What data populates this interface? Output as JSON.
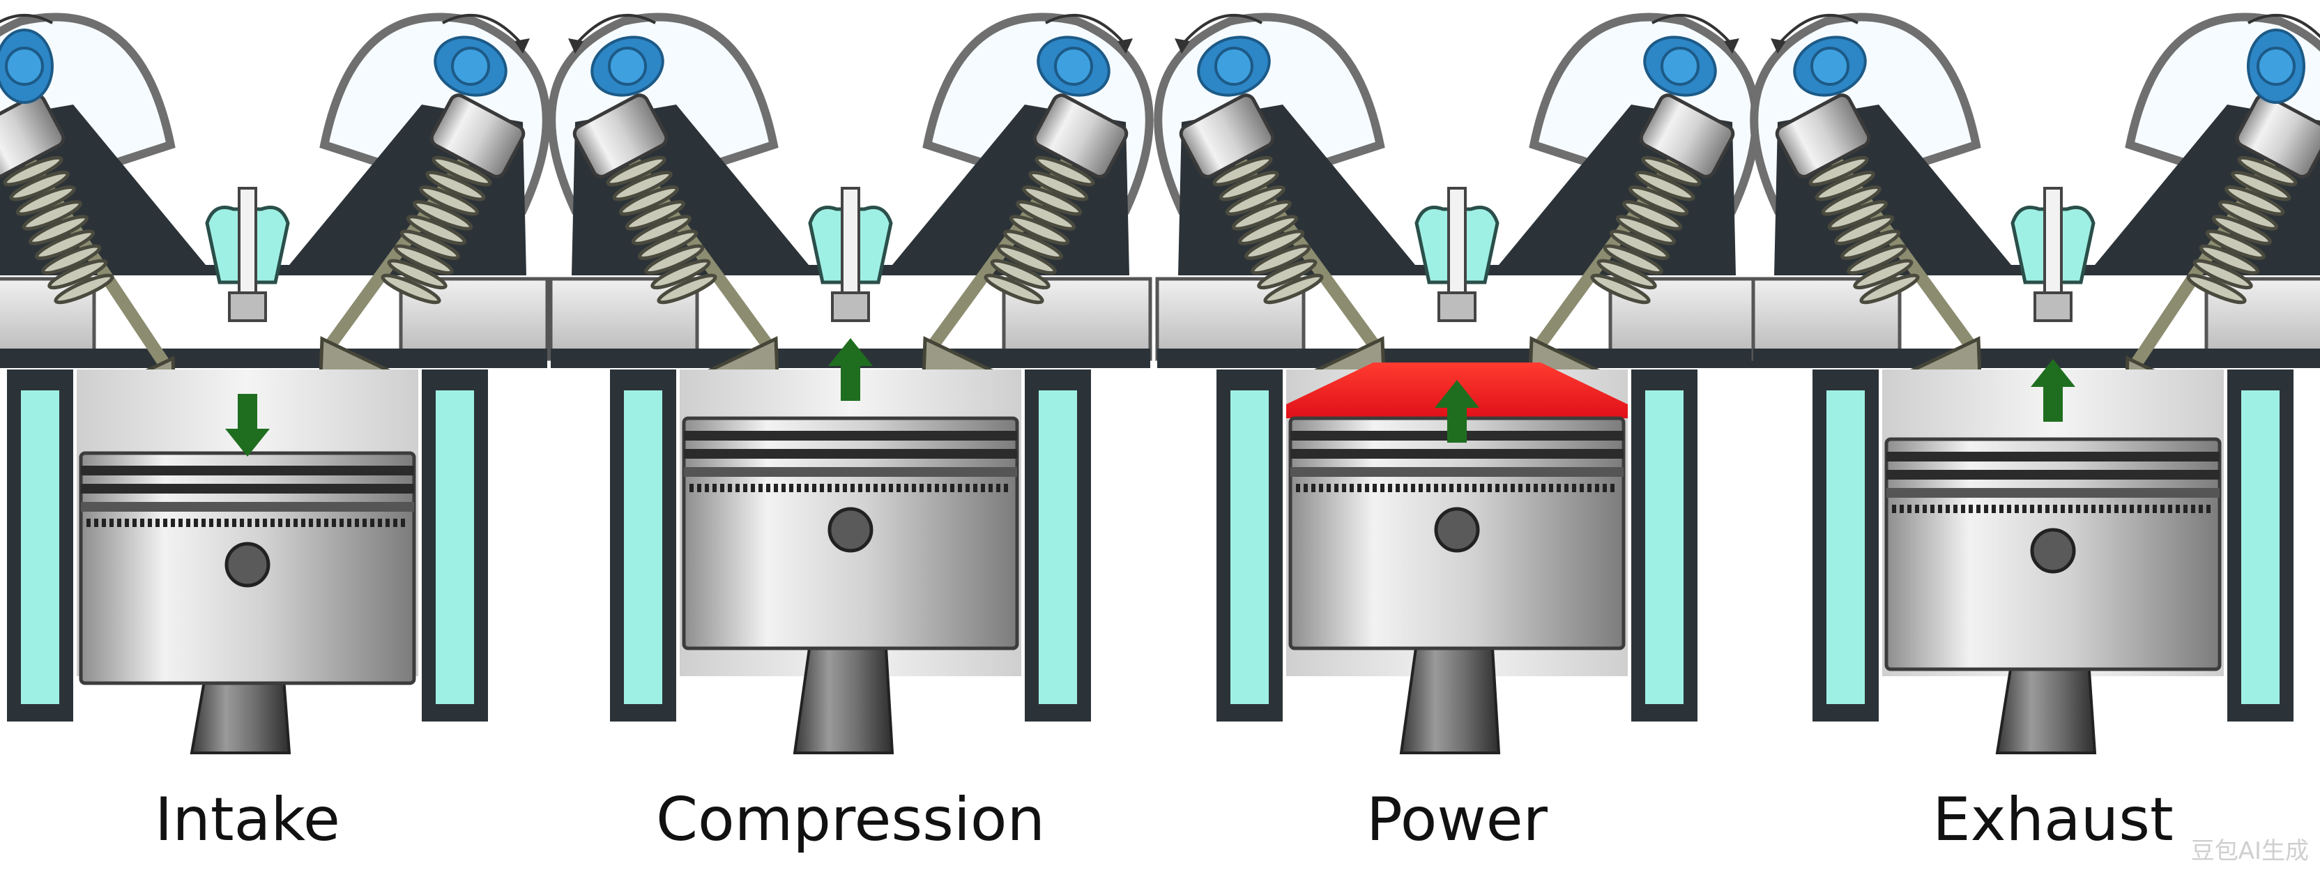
{
  "strokes": [
    {
      "label": "Intake",
      "piston_motion": "down",
      "intake_valve": "open",
      "exhaust_valve": "closed",
      "combustion": false
    },
    {
      "label": "Compression",
      "piston_motion": "up",
      "intake_valve": "closed",
      "exhaust_valve": "closed",
      "combustion": false
    },
    {
      "label": "Power",
      "piston_motion": "up",
      "intake_valve": "closed",
      "exhaust_valve": "closed",
      "combustion": true
    },
    {
      "label": "Exhaust",
      "piston_motion": "up",
      "intake_valve": "closed",
      "exhaust_valve": "open",
      "combustion": false
    }
  ],
  "watermark": "豆包AI生成",
  "colors": {
    "coolant": "#9ff0e4",
    "cam": "#2d86c6",
    "arrow": "#1f6e1f",
    "combustion": "#e8202a",
    "metal_dark": "#2c3338",
    "metal_light": "#d8d8d8"
  }
}
